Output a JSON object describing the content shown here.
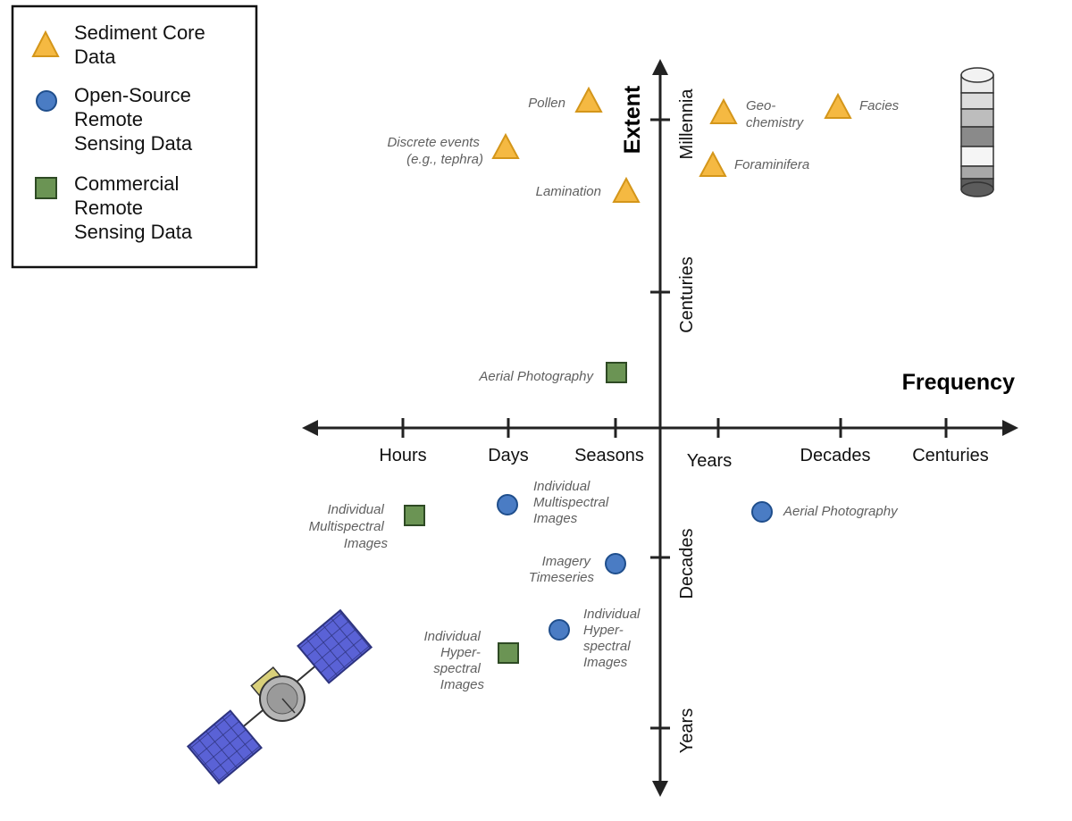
{
  "axes": {
    "x_title": "Frequency",
    "y_title": "Extent",
    "x_ticks": [
      "Hours",
      "Days",
      "Seasons",
      "Years",
      "Decades",
      "Centuries"
    ],
    "y_ticks": [
      "Millennia",
      "Centuries",
      "Decades",
      "Years"
    ]
  },
  "legend": {
    "items": [
      {
        "marker": "triangle",
        "lines": [
          "Sediment Core",
          "Data"
        ]
      },
      {
        "marker": "circle",
        "lines": [
          "Open-Source",
          "Remote",
          "Sensing Data"
        ]
      },
      {
        "marker": "square",
        "lines": [
          "Commercial",
          "Remote",
          "Sensing Data"
        ]
      }
    ]
  },
  "colors": {
    "triangle_fill": "#F5B942",
    "triangle_stroke": "#D4961A",
    "circle_fill": "#4A7CC4",
    "circle_stroke": "#1F4E8C",
    "square_fill": "#6B9454",
    "square_stroke": "#2E4A24"
  },
  "points": [
    {
      "marker": "triangle",
      "lines": [
        "Pollen"
      ]
    },
    {
      "marker": "triangle",
      "lines": [
        "Discrete events",
        "(e.g., tephra)"
      ]
    },
    {
      "marker": "triangle",
      "lines": [
        "Lamination"
      ]
    },
    {
      "marker": "triangle",
      "lines": [
        "Geo-",
        "chemistry"
      ]
    },
    {
      "marker": "triangle",
      "lines": [
        "Facies"
      ]
    },
    {
      "marker": "triangle",
      "lines": [
        "Foraminifera"
      ]
    },
    {
      "marker": "square",
      "lines": [
        "Aerial Photography"
      ]
    },
    {
      "marker": "square",
      "lines": [
        "Individual",
        "Multispectral",
        "Images"
      ]
    },
    {
      "marker": "square",
      "lines": [
        "Individual",
        "Hyper-",
        "spectral",
        "Images"
      ]
    },
    {
      "marker": "circle",
      "lines": [
        "Individual",
        "Multispectral",
        "Images"
      ]
    },
    {
      "marker": "circle",
      "lines": [
        "Imagery",
        "Timeseries"
      ]
    },
    {
      "marker": "circle",
      "lines": [
        "Individual",
        "Hyper-",
        "spectral",
        "Images"
      ]
    },
    {
      "marker": "circle",
      "lines": [
        "Aerial Photography"
      ]
    }
  ],
  "icons": [
    "sediment-core-icon",
    "satellite-icon"
  ]
}
